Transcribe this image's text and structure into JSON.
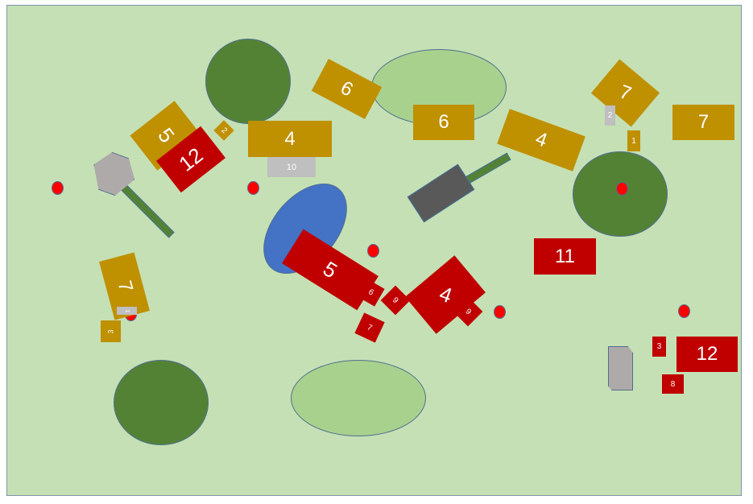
{
  "colors": {
    "field": "#c5e0b4",
    "tree": "#548235",
    "clearing": "#a9d18e",
    "water": "#4472c4",
    "team_gold": "#bf9000",
    "team_red": "#c00000",
    "marker": "#ff0000",
    "neutral": "#bfbfbf"
  },
  "gold_units": [
    "5",
    "2",
    "4",
    "6",
    "6",
    "4",
    "7",
    "1",
    "7",
    "7",
    "3"
  ],
  "grey_units": [
    "10",
    "2",
    "1"
  ],
  "red_units": [
    "12",
    "5",
    "6",
    "9",
    "7",
    "4",
    "9",
    "11",
    "3",
    "12",
    "8"
  ]
}
